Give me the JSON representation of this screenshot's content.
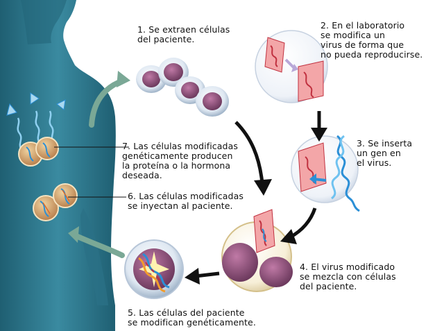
{
  "steps": [
    {
      "number": "1.",
      "text": "Se extraen células\ndel paciente."
    },
    {
      "number": "2.",
      "text": "En el laboratorio\nse modifica un\nvirus de forma que\nno pueda reproducirse."
    },
    {
      "number": "3.",
      "text": "Se inserta\nun gen en\nel virus."
    },
    {
      "number": "4.",
      "text": "El virus modificado\nse mezcla con células\ndel paciente."
    },
    {
      "number": "5.",
      "text": "Las células del paciente\nse modifican genéticamente."
    },
    {
      "number": "6.",
      "text": "Las células modificadas\nse inyectan al paciente."
    },
    {
      "number": "7.",
      "text": "Las células modificadas\ngenéticamente producen\nla proteína o la hormona\ndeseada."
    }
  ],
  "colors": {
    "body": "#2f7a8f",
    "body_dark": "#1f5f72",
    "cell_membrane": "#c9d9e8",
    "cell_nucleus": "#8c4f7a",
    "virus": "#e98a8f",
    "dna_blue": "#2b8fd6",
    "dna_red": "#c0303f",
    "arrow": "#111111",
    "arrow_green": "#5f8f7a"
  }
}
